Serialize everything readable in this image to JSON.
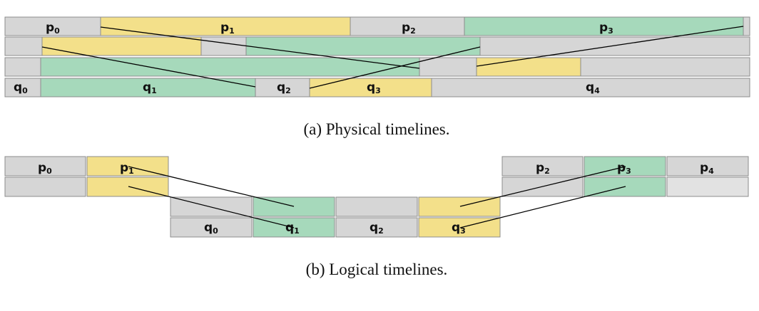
{
  "colors": {
    "gray": "#d6d6d6",
    "yellow": "#f3e08a",
    "green": "#a6d9bb",
    "light_gray": "#e2e2e2",
    "line": "#000000"
  },
  "diagram_a": {
    "caption": "(a) Physical timelines.",
    "labels": {
      "p0": {
        "base": "p",
        "sub": "0"
      },
      "p1": {
        "base": "p",
        "sub": "1"
      },
      "p2": {
        "base": "p",
        "sub": "2"
      },
      "p3": {
        "base": "p",
        "sub": "3"
      },
      "q0": {
        "base": "q",
        "sub": "0"
      },
      "q1": {
        "base": "q",
        "sub": "1"
      },
      "q2": {
        "base": "q",
        "sub": "2"
      },
      "q3": {
        "base": "q",
        "sub": "3"
      },
      "q4": {
        "base": "q",
        "sub": "4"
      }
    }
  },
  "diagram_b": {
    "caption": "(b) Logical timelines.",
    "labels": {
      "p0": {
        "base": "p",
        "sub": "0"
      },
      "p1": {
        "base": "p",
        "sub": "1"
      },
      "p2": {
        "base": "p",
        "sub": "2"
      },
      "p3": {
        "base": "p",
        "sub": "3"
      },
      "p4": {
        "base": "p",
        "sub": "4"
      },
      "q0": {
        "base": "q",
        "sub": "0"
      },
      "q1": {
        "base": "q",
        "sub": "1"
      },
      "q2": {
        "base": "q",
        "sub": "2"
      },
      "q3": {
        "base": "q",
        "sub": "3"
      }
    }
  }
}
